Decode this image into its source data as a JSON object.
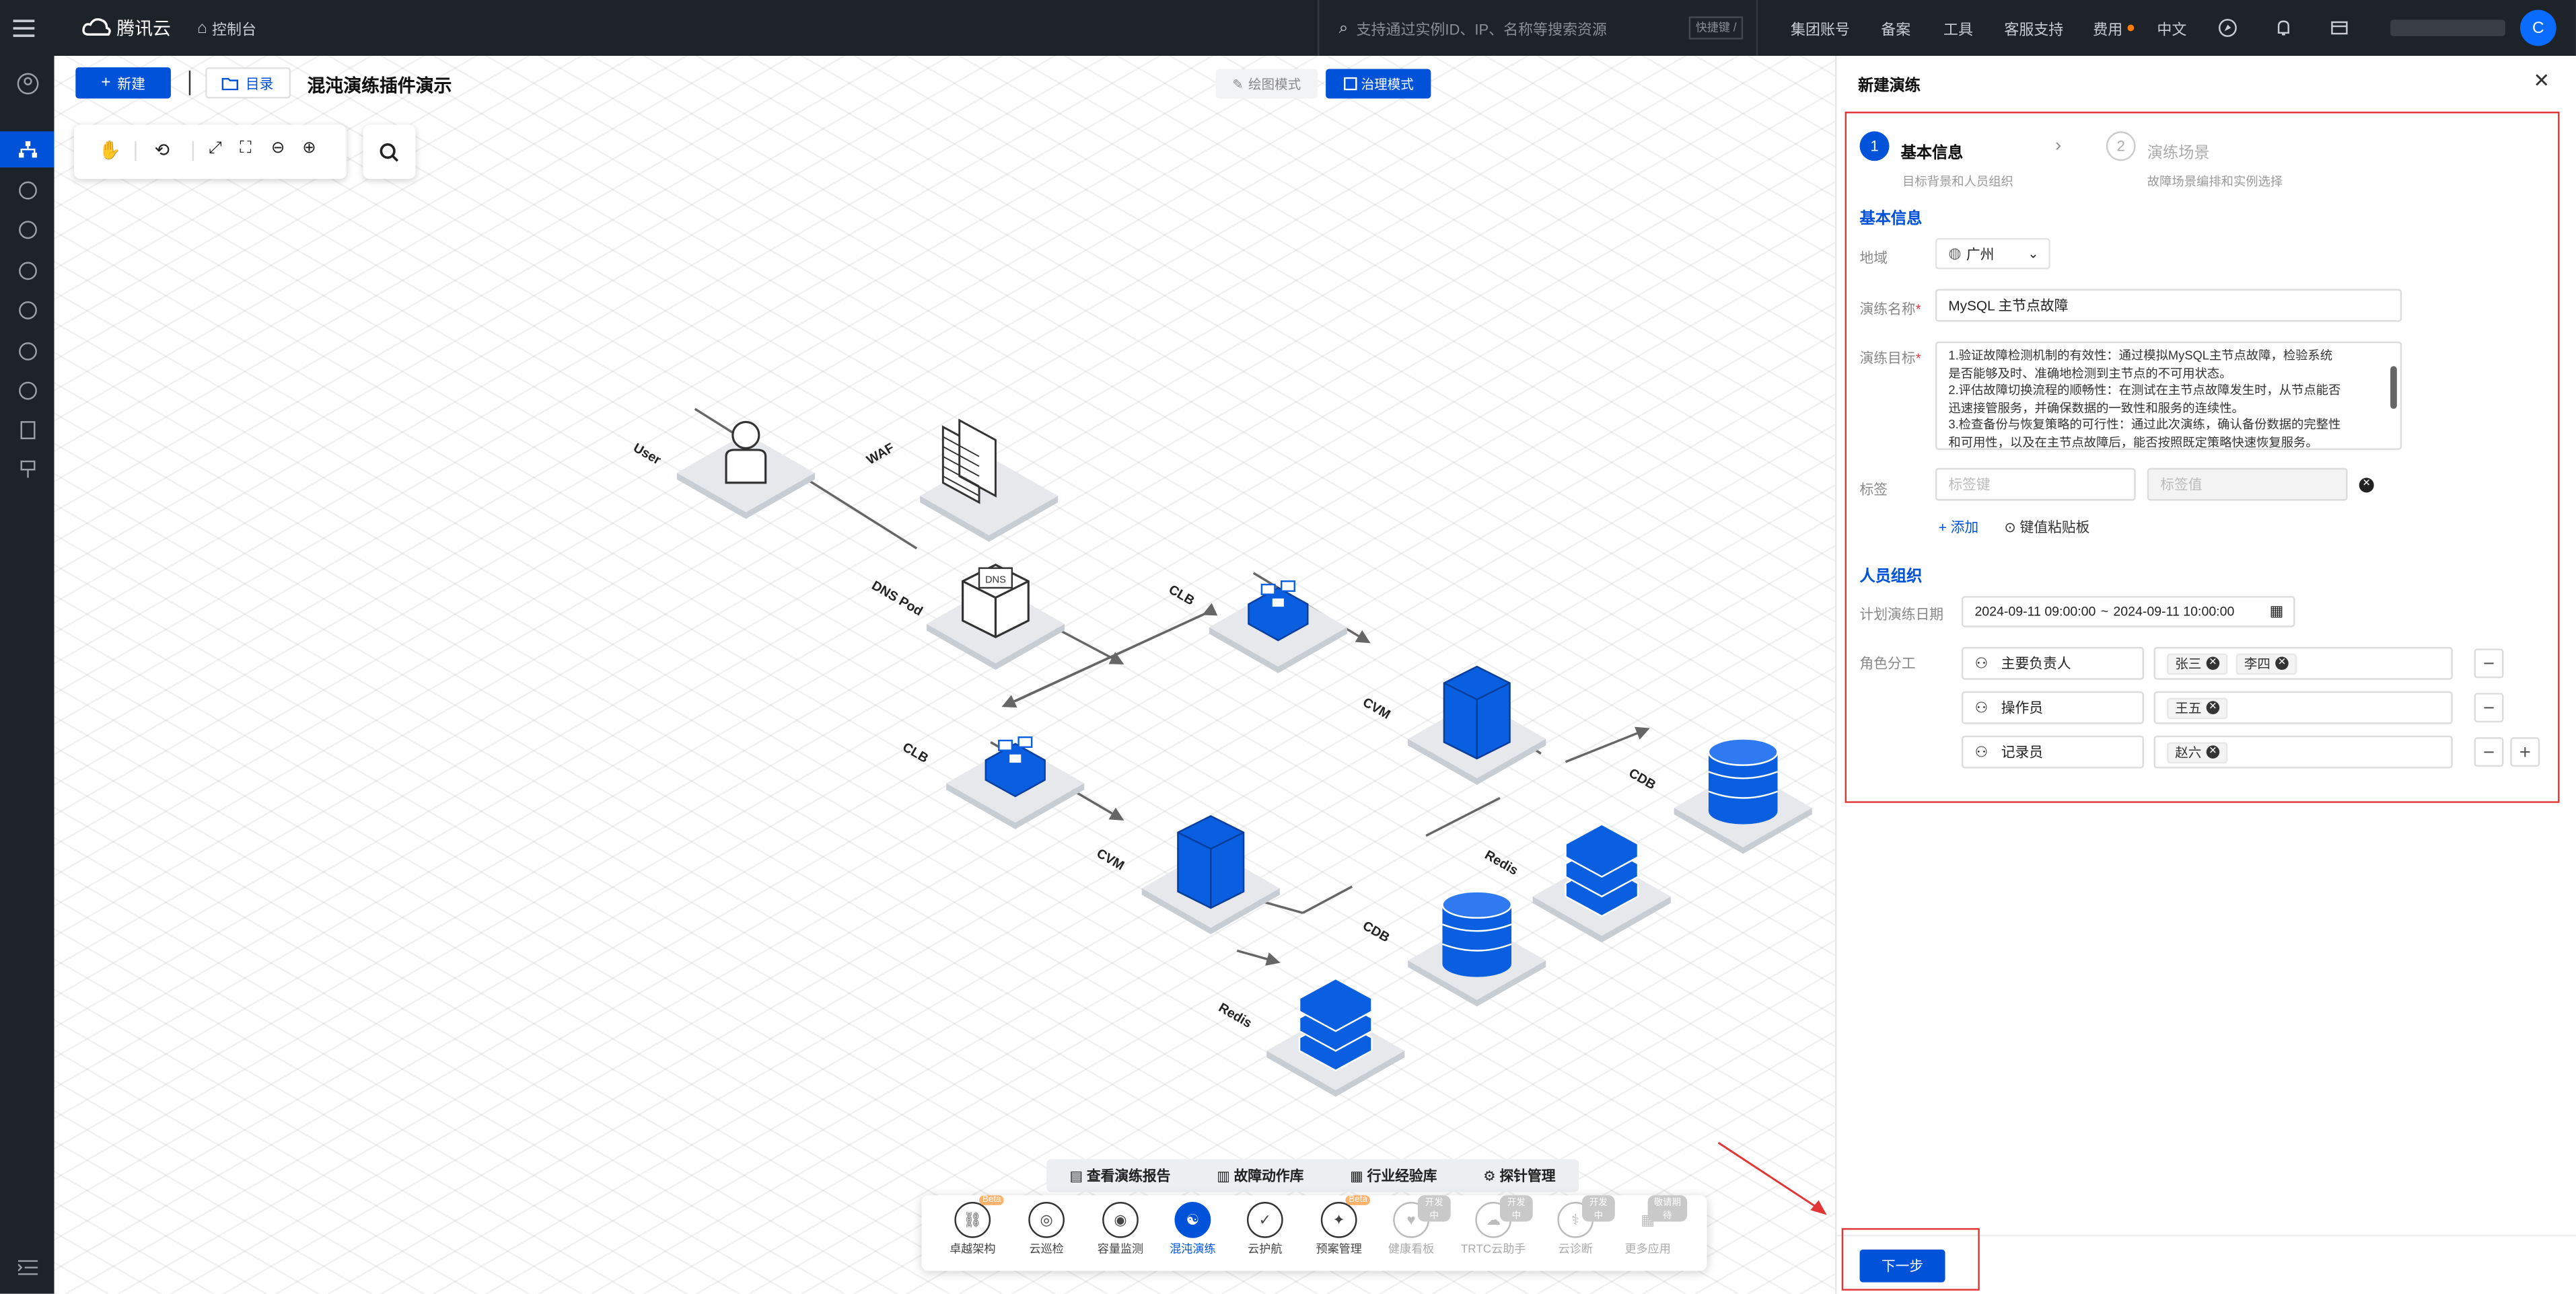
{
  "topbar": {
    "brand": "腾讯云",
    "console": "控制台",
    "search_placeholder": "支持通过实例ID、IP、名称等搜索资源",
    "shortcut": "快捷键 /",
    "nav": [
      "集团账号",
      "备案",
      "工具",
      "客服支持",
      "费用",
      "中文"
    ],
    "avatar": "C"
  },
  "toolbar": {
    "new_label": "新建",
    "directory_label": "目录",
    "doc_title": "混沌演练插件演示",
    "mode_draw": "绘图模式",
    "mode_govern": "治理模式"
  },
  "diagram": {
    "nodes": [
      "User",
      "WAF",
      "DNS Pod",
      "CLB",
      "CLB",
      "CVM",
      "CVM",
      "CDB",
      "CDB",
      "Redis",
      "Redis"
    ]
  },
  "bottom_links": [
    "查看演练报告",
    "故障动作库",
    "行业经验库",
    "探针管理"
  ],
  "dock": [
    {
      "label": "卓越架构",
      "badge": "Beta"
    },
    {
      "label": "云巡检",
      "badge": ""
    },
    {
      "label": "容量监测",
      "badge": ""
    },
    {
      "label": "混沌演练",
      "badge": ""
    },
    {
      "label": "云护航",
      "badge": ""
    },
    {
      "label": "预案管理",
      "badge": "Beta"
    },
    {
      "label": "健康看板",
      "badge": "开发中"
    },
    {
      "label": "TRTC云助手",
      "badge": "开发中"
    },
    {
      "label": "云诊断",
      "badge": "开发中"
    },
    {
      "label": "更多应用",
      "badge": "敬请期待"
    }
  ],
  "panel": {
    "title": "新建演练",
    "step1": {
      "num": "1",
      "title": "基本信息",
      "desc": "目标背景和人员组织"
    },
    "step2": {
      "num": "2",
      "title": "演练场景",
      "desc": "故障场景编排和实例选择"
    },
    "section_basic": "基本信息",
    "region_label": "地域",
    "region_value": "广州",
    "name_label": "演练名称",
    "name_value": "MySQL 主节点故障",
    "goal_label": "演练目标",
    "goal_lines": [
      "1.验证故障检测机制的有效性：通过模拟MySQL主节点故障，检验系统",
      "是否能够及时、准确地检测到主节点的不可用状态。",
      "2.评估故障切换流程的顺畅性：在测试在主节点故障发生时，从节点能否",
      "迅速接管服务，并确保数据的一致性和服务的连续性。",
      "3.检查备份与恢复策略的可行性：通过此次演练，确认备份数据的完整性",
      "和可用性，以及在主节点故障后，能否按照既定策略快速恢复服务。"
    ],
    "tag_label": "标签",
    "tag_key_placeholder": "标签键",
    "tag_value_placeholder": "标签值",
    "add_label": "添加",
    "paste_label": "键值粘贴板",
    "section_people": "人员组织",
    "date_label": "计划演练日期",
    "date_start": "2024-09-11 09:00:00",
    "date_sep": "~",
    "date_end": "2024-09-11 10:00:00",
    "role_label": "角色分工",
    "roles": [
      {
        "role": "主要负责人",
        "people": [
          "张三",
          "李四"
        ]
      },
      {
        "role": "操作员",
        "people": [
          "王五"
        ]
      },
      {
        "role": "记录员",
        "people": [
          "赵六"
        ]
      }
    ],
    "next_label": "下一步"
  }
}
